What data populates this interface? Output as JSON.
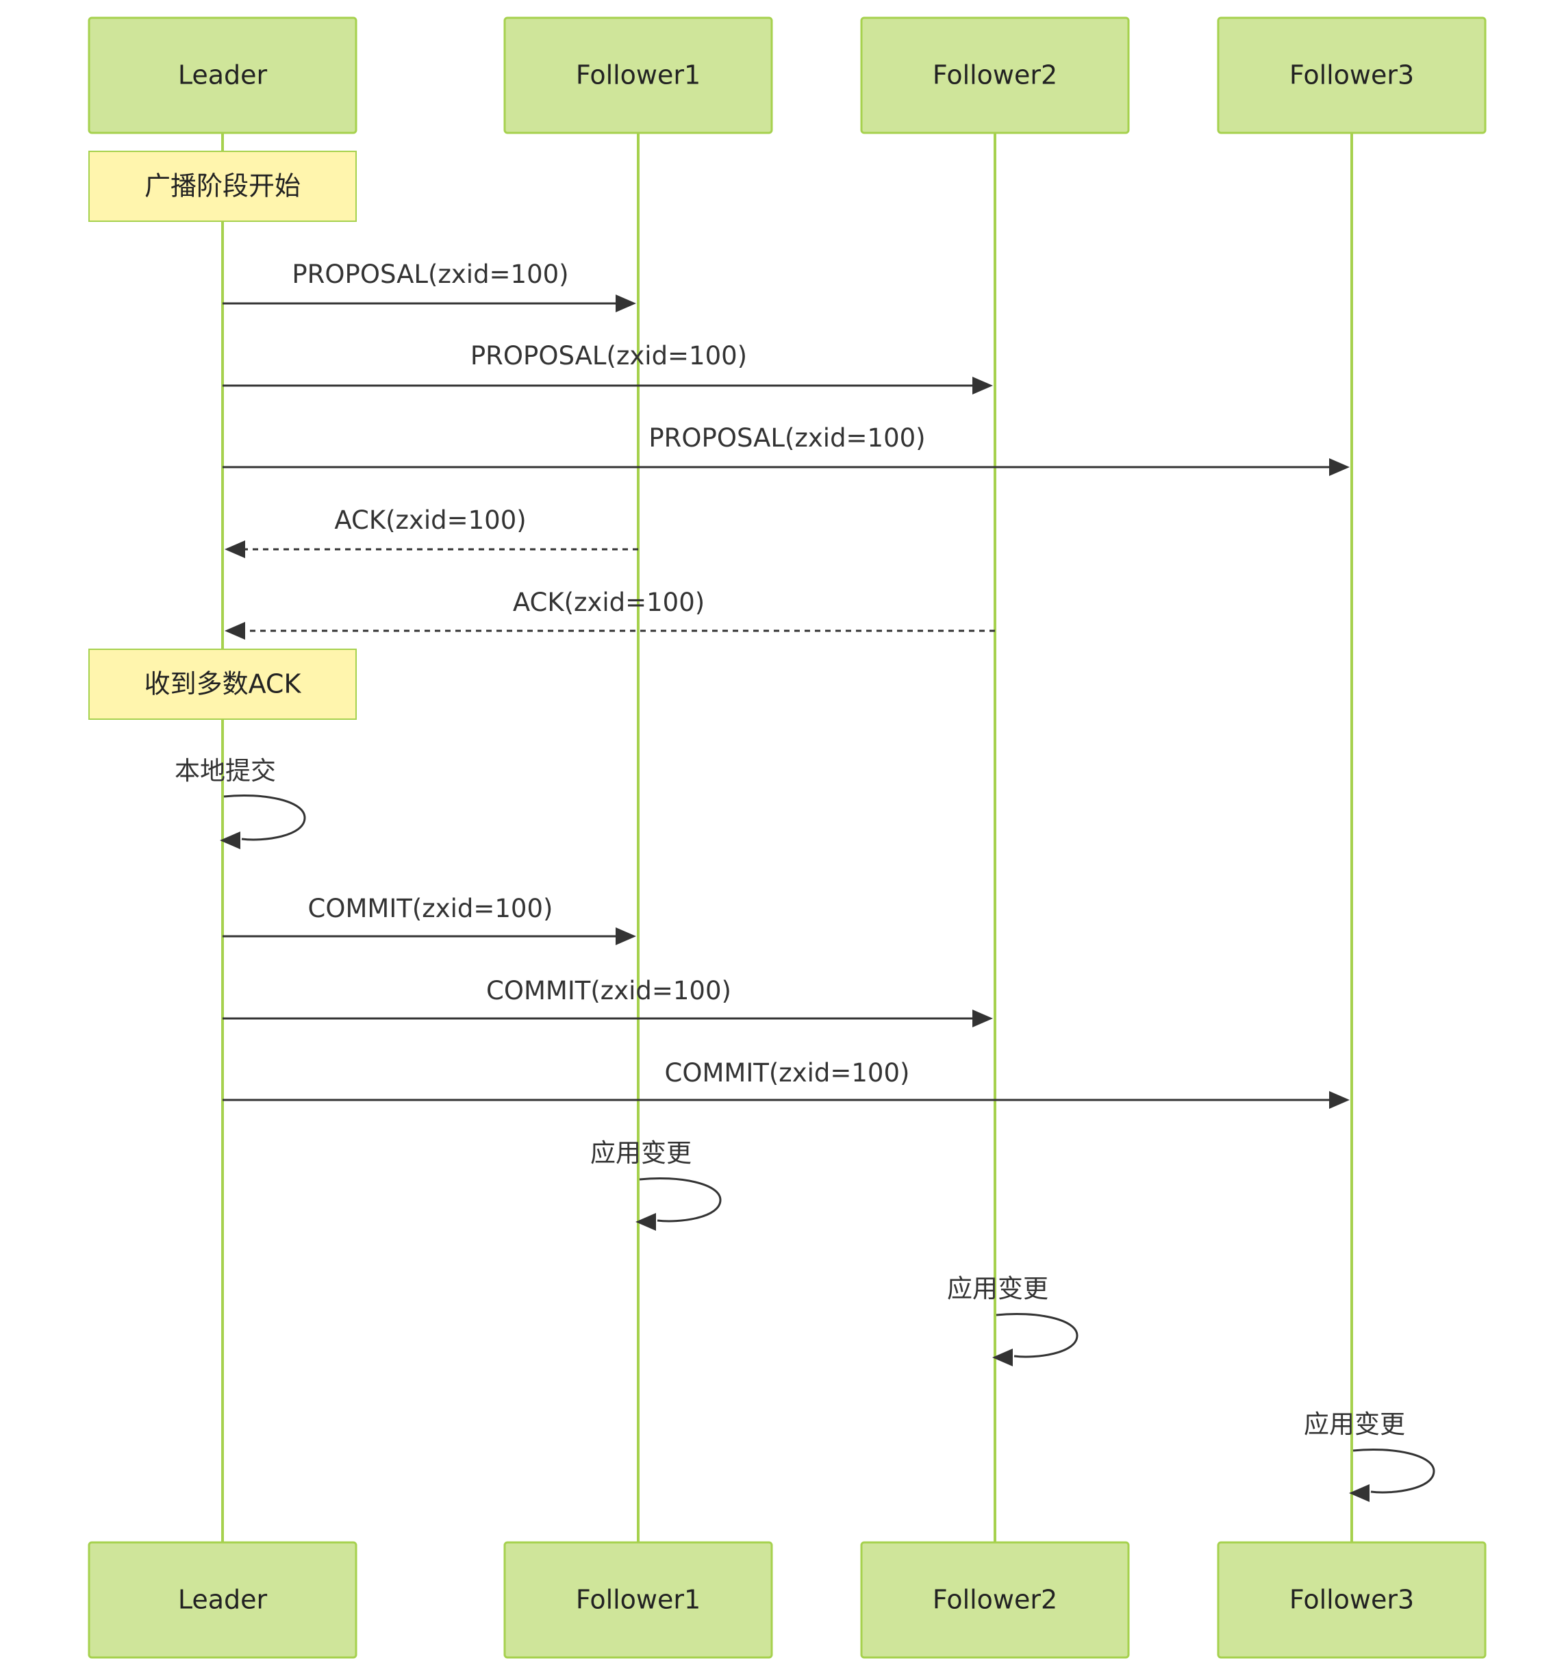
{
  "actors": [
    "Leader",
    "Follower1",
    "Follower2",
    "Follower3"
  ],
  "colors": {
    "actor_fill": "#cfe59a",
    "actor_border": "#a6d14e",
    "lifeline": "#a6d14e",
    "note_fill": "#fff5ad",
    "arrow": "#333333",
    "text": "#222222"
  },
  "sequence": [
    {
      "kind": "note",
      "over": 0,
      "text": "广播阶段开始"
    },
    {
      "kind": "message",
      "from": 0,
      "to": 1,
      "label": "PROPOSAL(zxid=100)",
      "style": "solid"
    },
    {
      "kind": "message",
      "from": 0,
      "to": 2,
      "label": "PROPOSAL(zxid=100)",
      "style": "solid"
    },
    {
      "kind": "message",
      "from": 0,
      "to": 3,
      "label": "PROPOSAL(zxid=100)",
      "style": "solid"
    },
    {
      "kind": "message",
      "from": 1,
      "to": 0,
      "label": "ACK(zxid=100)",
      "style": "dashed"
    },
    {
      "kind": "message",
      "from": 2,
      "to": 0,
      "label": "ACK(zxid=100)",
      "style": "dashed"
    },
    {
      "kind": "note",
      "over": 0,
      "text": "收到多数ACK"
    },
    {
      "kind": "self",
      "actor": 0,
      "label": "本地提交"
    },
    {
      "kind": "message",
      "from": 0,
      "to": 1,
      "label": "COMMIT(zxid=100)",
      "style": "solid"
    },
    {
      "kind": "message",
      "from": 0,
      "to": 2,
      "label": "COMMIT(zxid=100)",
      "style": "solid"
    },
    {
      "kind": "message",
      "from": 0,
      "to": 3,
      "label": "COMMIT(zxid=100)",
      "style": "solid"
    },
    {
      "kind": "self",
      "actor": 1,
      "label": "应用变更"
    },
    {
      "kind": "self",
      "actor": 2,
      "label": "应用变更"
    },
    {
      "kind": "self",
      "actor": 3,
      "label": "应用变更"
    }
  ]
}
